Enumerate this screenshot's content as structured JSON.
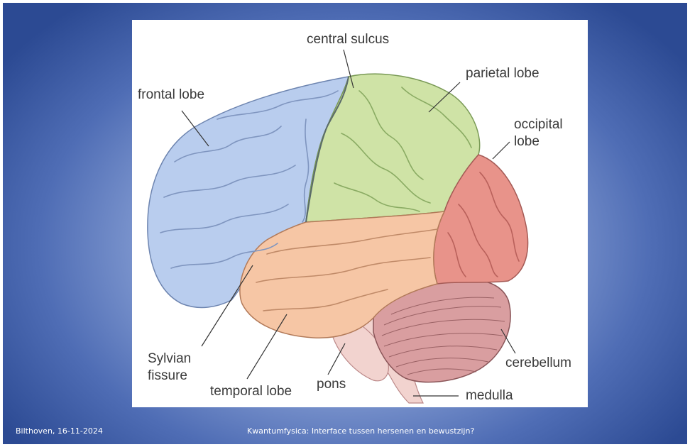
{
  "diagram": {
    "labels": {
      "central_sulcus": "central sulcus",
      "parietal_lobe": "parietal lobe",
      "frontal_lobe": "frontal lobe",
      "occipital_lobe_line1": "occipital",
      "occipital_lobe_line2": "lobe",
      "sylvian_fissure_line1": "Sylvian",
      "sylvian_fissure_line2": "fissure",
      "temporal_lobe": "temporal lobe",
      "pons": "pons",
      "cerebellum": "cerebellum",
      "medulla": "medulla"
    },
    "colors": {
      "frontal_lobe": "#b9cdee",
      "parietal_lobe": "#cfe3a6",
      "occipital_lobe": "#e8938a",
      "temporal_lobe": "#f6c6a5",
      "cerebellum": "#d99ea0",
      "brainstem": "#f2d3cf"
    }
  },
  "footer": {
    "left": "Bilthoven, 16-11-2024",
    "center": "Kwantumfysica: Interface tussen hersenen en bewustzijn?"
  }
}
